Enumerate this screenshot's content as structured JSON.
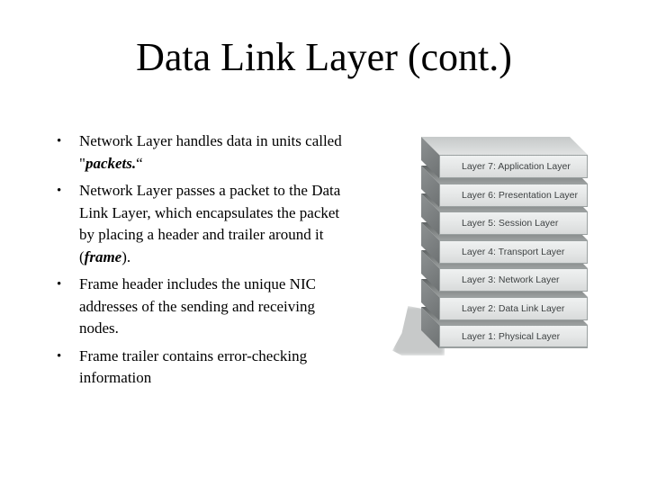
{
  "slide": {
    "background": "#ffffff"
  },
  "title": {
    "text": "Data Link Layer (cont.)",
    "color": "#000000"
  },
  "bullets": {
    "marker": "•",
    "items": [
      {
        "lines": [
          [
            {
              "t": "Network Layer handles data in units called"
            }
          ],
          [
            {
              "t": "\""
            },
            {
              "t": "packets.",
              "bi": true
            },
            {
              "t": "“"
            }
          ]
        ]
      },
      {
        "lines": [
          [
            {
              "t": "Network Layer passes a packet to the Data"
            }
          ],
          [
            {
              "t": "Link Layer, which encapsulates the packet"
            }
          ],
          [
            {
              "t": "by placing a header and trailer around it"
            }
          ],
          [
            {
              "t": "("
            },
            {
              "t": "frame",
              "bi": true
            },
            {
              "t": ")."
            }
          ]
        ]
      },
      {
        "lines": [
          [
            {
              "t": "Frame header includes the unique NIC"
            }
          ],
          [
            {
              "t": "addresses of the sending and receiving"
            }
          ],
          [
            {
              "t": "nodes."
            }
          ]
        ]
      },
      {
        "lines": [
          [
            {
              "t": "Frame trailer contains error-checking"
            }
          ],
          [
            {
              "t": "information"
            }
          ]
        ]
      }
    ]
  },
  "osi_stack": {
    "layers": [
      {
        "label": "Layer 7: Application Layer"
      },
      {
        "label": "Layer 6: Presentation Layer"
      },
      {
        "label": "Layer 5: Session Layer"
      },
      {
        "label": "Layer 4: Transport Layer"
      },
      {
        "label": "Layer 3: Network Layer"
      },
      {
        "label": "Layer 2: Data Link Layer"
      },
      {
        "label": "Layer 1: Physical Layer"
      }
    ],
    "colors": {
      "front_light": "#eff1f1",
      "front_dark": "#d8dada",
      "top_light_a": "#c6c9c9",
      "top_light_b": "#e0e2e2",
      "top_dark_a": "#606465",
      "top_dark_b": "#9da1a1",
      "side_a": "#8d9192",
      "side_b": "#6e7273",
      "border": "#9aa0a0",
      "label": "#3e4243",
      "shadow": "#c7c9c9"
    }
  }
}
